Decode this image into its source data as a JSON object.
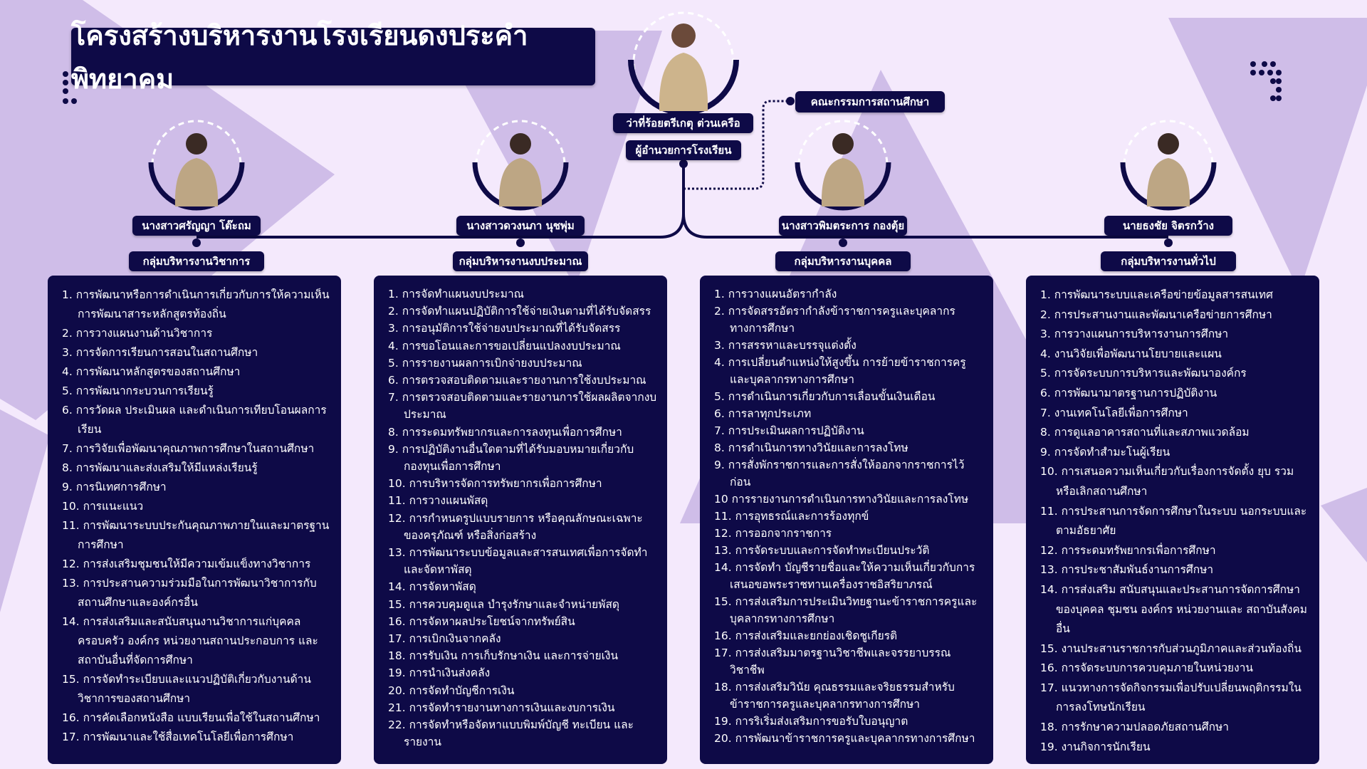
{
  "title": "โครงสร้างบริหารงานโรงเรียนดงประคำพิทยาคม",
  "director": {
    "name": "ว่าที่ร้อยตรีเกตุ ต่วนเครือ",
    "position": "ผู้อำนวยการโรงเรียน"
  },
  "committee": "คณะกรรมการสถานศึกษา",
  "colors": {
    "navy": "#0e0a47",
    "background": "#f4e9fc",
    "triangle": "#cfbde8"
  },
  "groups": [
    {
      "head": "นางสาวศรัญญา โต๊ะถม",
      "name": "กลุ่มบริหารงานวิชาการ",
      "items": [
        "1. การพัฒนาหรือการดำเนินการเกี่ยวกับการให้ความเห็นการพัฒนาสาระหลักสูตรท้องถิ่น",
        "2. การวางแผนงานด้านวิชาการ",
        "3. การจัดการเรียนการสอนในสถานศึกษา",
        "4. การพัฒนาหลักสูตรของสถานศึกษา",
        "5. การพัฒนากระบวนการเรียนรู้",
        "6. การวัดผล ประเมินผล และดำเนินการเทียบโอนผลการเรียน",
        "7. การวิจัยเพื่อพัฒนาคุณภาพการศึกษาในสถานศึกษา",
        "8. การพัฒนาและส่งเสริมให้มีแหล่งเรียนรู้",
        "9. การนิเทศการศึกษา",
        "10. การแนะแนว",
        "11. การพัฒนาระบบประกันคุณภาพภายในและมาตรฐานการศึกษา",
        "12. การส่งเสริมชุมชนให้มีความเข้มแข็งทางวิชาการ",
        "13. การประสานความร่วมมือในการพัฒนาวิชาการกับสถานศึกษาและองค์กรอื่น",
        "14. การส่งเสริมและสนับสนุนงานวิชาการแก่บุคคล ครอบครัว องค์กร หน่วยงานสถานประกอบการ และสถาบันอื่นที่จัดการศึกษา",
        "15. การจัดทำระเบียบและแนวปฏิบัติเกี่ยวกับงานด้านวิชาการของสถานศึกษา",
        "16. การคัดเลือกหนังสือ แบบเรียนเพื่อใช้ในสถานศึกษา",
        "17. การพัฒนาและใช้สื่อเทคโนโลยีเพื่อการศึกษา"
      ]
    },
    {
      "head": "นางสาวดวงนภา นุชพุ่ม",
      "name": "กลุ่มบริหารงานงบประมาณ",
      "items": [
        "1. การจัดทำแผนงบประมาณ",
        "2. การจัดทำแผนปฏิบัติการใช้จ่ายเงินตามที่ได้รับจัดสรร",
        "3. การอนุมัติการใช้จ่ายงบประมาณที่ได้รับจัดสรร",
        "4. การขอโอนและการขอเปลี่ยนแปลงงบประมาณ",
        "5. การรายงานผลการเบิกจ่ายงบประมาณ",
        "6. การตรวจสอบติดตามและรายงานการใช้งบประมาณ",
        "7. การตรวจสอบติดตามและรายงานการใช้ผลผลิตจากงบประมาณ",
        "8. การระดมทรัพยากรและการลงทุนเพื่อการศึกษา",
        "9. การปฏิบัติงานอื่นใดตามที่ได้รับมอบหมายเกี่ยวกับกองทุนเพื่อการศึกษา",
        "10. การบริหารจัดการทรัพยากรเพื่อการศึกษา",
        "11. การวางแผนพัสดุ",
        "12. การกำหนดรูปแบบรายการ หรือคุณลักษณะเฉพาะของครุภัณฑ์ หรือสิ่งก่อสร้าง",
        "13. การพัฒนาระบบข้อมูลและสารสนเทศเพื่อการจัดทำและจัดหาพัสดุ",
        "14. การจัดหาพัสดุ",
        "15. การควบคุมดูแล บำรุงรักษาและจำหน่ายพัสดุ",
        "16. การจัดหาผลประโยชน์จากทรัพย์สิน",
        "17. การเบิกเงินจากคลัง",
        "18. การรับเงิน การเก็บรักษาเงิน และการจ่ายเงิน",
        "19. การนำเงินส่งคลัง",
        "20. การจัดทำบัญชีการเงิน",
        "21. การจัดทำรายงานทางการเงินและงบการเงิน",
        "22. การจัดทำหรือจัดหาแบบพิมพ์บัญชี ทะเบียน และรายงาน"
      ]
    },
    {
      "head": "นางสาวพิมตระการ กองตุ้ย",
      "name": "กลุ่มบริหารงานบุคคล",
      "items": [
        "1. การวางแผนอัตรากำลัง",
        "2. การจัดสรรอัตรากำลังข้าราชการครูและบุคลากรทางการศึกษา",
        "3. การสรรหาและบรรจุแต่งตั้ง",
        "4. การเปลี่ยนตำแหน่งให้สูงขึ้น การย้ายข้าราชการครูและบุคลากรทางการศึกษา",
        "5. การดำเนินการเกี่ยวกับการเลื่อนขั้นเงินเดือน",
        "6. การลาทุกประเภท",
        "7. การประเมินผลการปฏิบัติงาน",
        "8. การดำเนินการทางวินัยและการลงโทษ",
        "9. การสั่งพักราชการและการสั่งให้ออกจากราชการไว้ก่อน",
        "10 การรายงานการดำเนินการทางวินัยและการลงโทษ",
        "11. การอุทธรณ์และการร้องทุกข์",
        "12. การออกจากราชการ",
        "13. การจัดระบบและการจัดทำทะเบียนประวัติ",
        "14. การจัดทำ บัญชีรายชื่อและให้ความเห็นเกี่ยวกับการเสนอขอพระราชทานเครื่องราชอิสริยาภรณ์",
        "15. การส่งเสริมการประเมินวิทยฐานะข้าราชการครูและบุคลากรทางการศึกษา",
        "16. การส่งเสริมและยกย่องเชิดชูเกียรติ",
        "17. การส่งเสริมมาตรฐานวิชาชีพและจรรยาบรรณวิชาชีพ",
        "18. การส่งเสริมวินัย คุณธรรมและจริยธรรมสำหรับข้าราชการครูและบุคลากรทางการศึกษา",
        "19. การริเริ่มส่งเสริมการขอรับใบอนุญาต",
        "20. การพัฒนาข้าราชการครูและบุคลากรทางการศึกษา"
      ]
    },
    {
      "head": "นายธงชัย จิตรกว้าง",
      "name": "กลุ่มบริหารงานทั่วไป",
      "items": [
        "1. การพัฒนาระบบและเครือข่ายข้อมูลสารสนเทศ",
        "2. การประสานงานและพัฒนาเครือข่ายการศึกษา",
        "3. การวางแผนการบริหารงานการศึกษา",
        "4. งานวิจัยเพื่อพัฒนานโยบายและแผน",
        "5. การจัดระบบการบริหารและพัฒนาองค์กร",
        "6. การพัฒนามาตรฐานการปฏิบัติงาน",
        "7. งานเทคโนโลยีเพื่อการศึกษา",
        "8. การดูแลอาคารสถานที่และสภาพแวดล้อม",
        "9. การจัดทำสำมะโนผู้เรียน",
        "10. การเสนอความเห็นเกี่ยวกับเรื่องการจัดตั้ง ยุบ รวมหรือเลิกสถานศึกษา",
        "11. การประสานการจัดการศึกษาในระบบ นอกระบบและตามอัธยาศัย",
        "12. การระดมทรัพยากรเพื่อการศึกษา",
        "13. การประชาสัมพันธ์งานการศึกษา",
        "14. การส่งเสริม สนับสนุนและประสานการจัดการศึกษาของบุคคล ชุมชน องค์กร หน่วยงานและ สถาบันสังคมอื่น",
        "15. งานประสานราชการกับส่วนภูมิภาคและส่วนท้องถิ่น",
        "16. การจัดระบบการควบคุมภายในหน่วยงาน",
        "17. แนวทางการจัดกิจกรรมเพื่อปรับเปลี่ยนพฤติกรรมในการลงโทษนักเรียน",
        "18. การรักษาความปลอดภัยสถานศึกษา",
        "19. งานกิจการนักเรียน"
      ]
    }
  ]
}
